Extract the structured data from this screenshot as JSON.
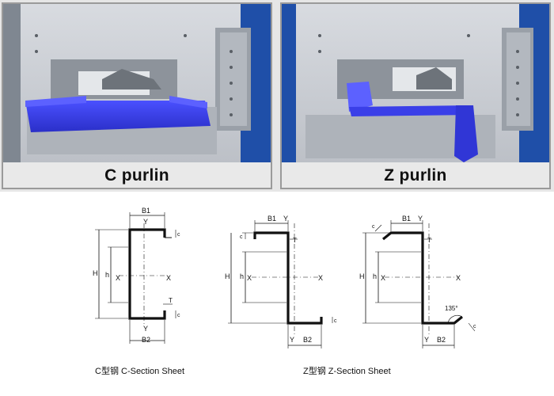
{
  "photos": {
    "c_caption": "C purlin",
    "z_caption": "Z purlin"
  },
  "c_section": {
    "label_b1": "B1",
    "label_y_top": "Y",
    "label_c_top": "c",
    "label_h_outer": "H",
    "label_h_inner": "h",
    "label_x_left": "X",
    "label_x_right": "X",
    "label_t": "T",
    "label_c_bottom": "c",
    "label_y_bottom": "Y",
    "label_b2": "B2",
    "caption": "C型钢  C-Section Sheet"
  },
  "z_section": {
    "label_b1": "B1",
    "label_y_top": "Y",
    "label_c_top": "c",
    "label_t": "T",
    "label_h_outer": "H",
    "label_h_inner": "h",
    "label_x_left": "X",
    "label_x_right": "X",
    "label_c_bottom": "c",
    "label_y_bottom": "Y",
    "label_b2": "B2",
    "caption": "Z型钢  Z-Section Sheet"
  },
  "z_angled_section": {
    "label_c_top": "c",
    "label_b1": "B1",
    "label_y_top": "Y",
    "label_t": "T",
    "label_h_outer": "H",
    "label_h_inner": "h",
    "label_x_left": "X",
    "label_x_right": "X",
    "label_angle": "135°",
    "label_c_bottom": "c",
    "label_y_bottom": "Y",
    "label_b2": "B2"
  },
  "colors": {
    "profile_blue": "#3a3fe8",
    "machine_steel": "#c9ccd1",
    "machine_blue": "#1f4fa8"
  }
}
